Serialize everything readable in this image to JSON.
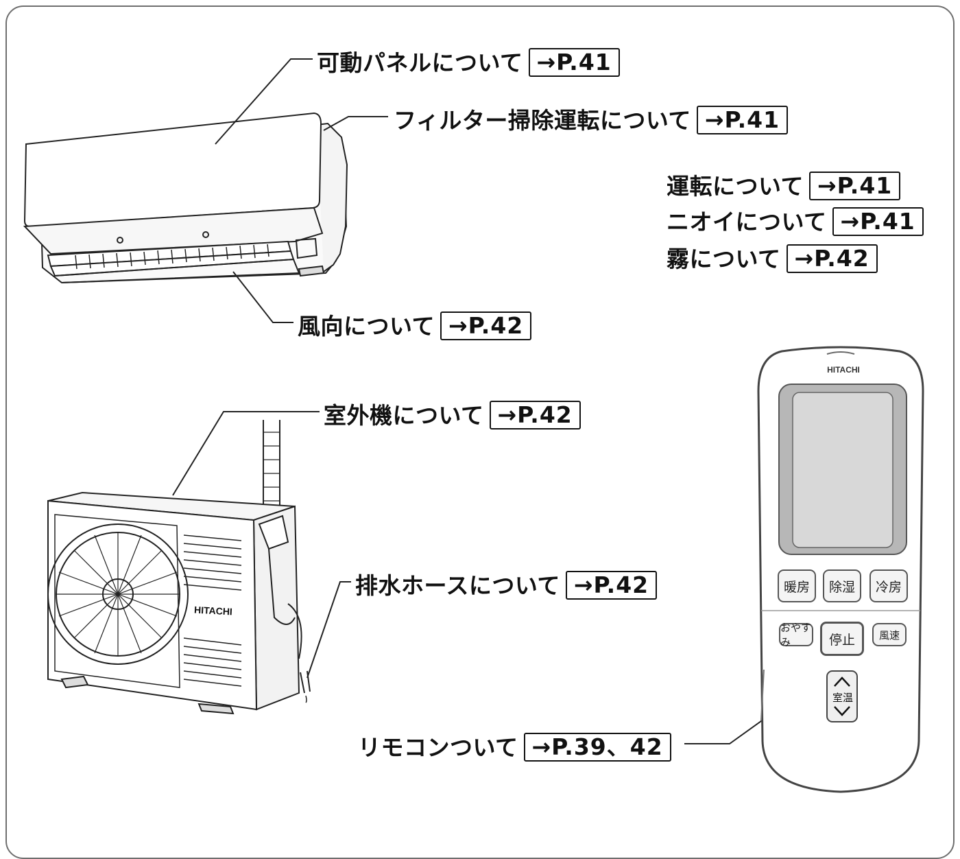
{
  "callouts": {
    "movable_panel": {
      "label": "可動パネルについて",
      "ref": "→P.41"
    },
    "filter_cleaning": {
      "label": "フィルター掃除運転について",
      "ref": "→P.41"
    },
    "operation": {
      "label": "運転について",
      "ref": "→P.41"
    },
    "odor": {
      "label": "ニオイについて",
      "ref": "→P.41"
    },
    "mist": {
      "label": "霧について",
      "ref": "→P.42"
    },
    "airflow": {
      "label": "風向について",
      "ref": "→P.42"
    },
    "outdoor_unit": {
      "label": "室外機について",
      "ref": "→P.42"
    },
    "drain_hose": {
      "label": "排水ホースについて",
      "ref": "→P.42"
    },
    "remote": {
      "label": "リモコンついて",
      "ref": "→P.39、42"
    }
  },
  "remote_control": {
    "brand": "HITACHI",
    "buttons": {
      "heat": "暖房",
      "dehumidify": "除湿",
      "cool": "冷房",
      "sleep": "おやすみ",
      "stop": "停止",
      "fan_speed": "風速",
      "room_temp": "室温"
    }
  },
  "outdoor_unit": {
    "brand": "HITACHI"
  },
  "colors": {
    "frame": "#6e6e6e",
    "text": "#111111",
    "remote_screen": "#d8d8d8",
    "remote_panel": "#b7b7b7"
  }
}
